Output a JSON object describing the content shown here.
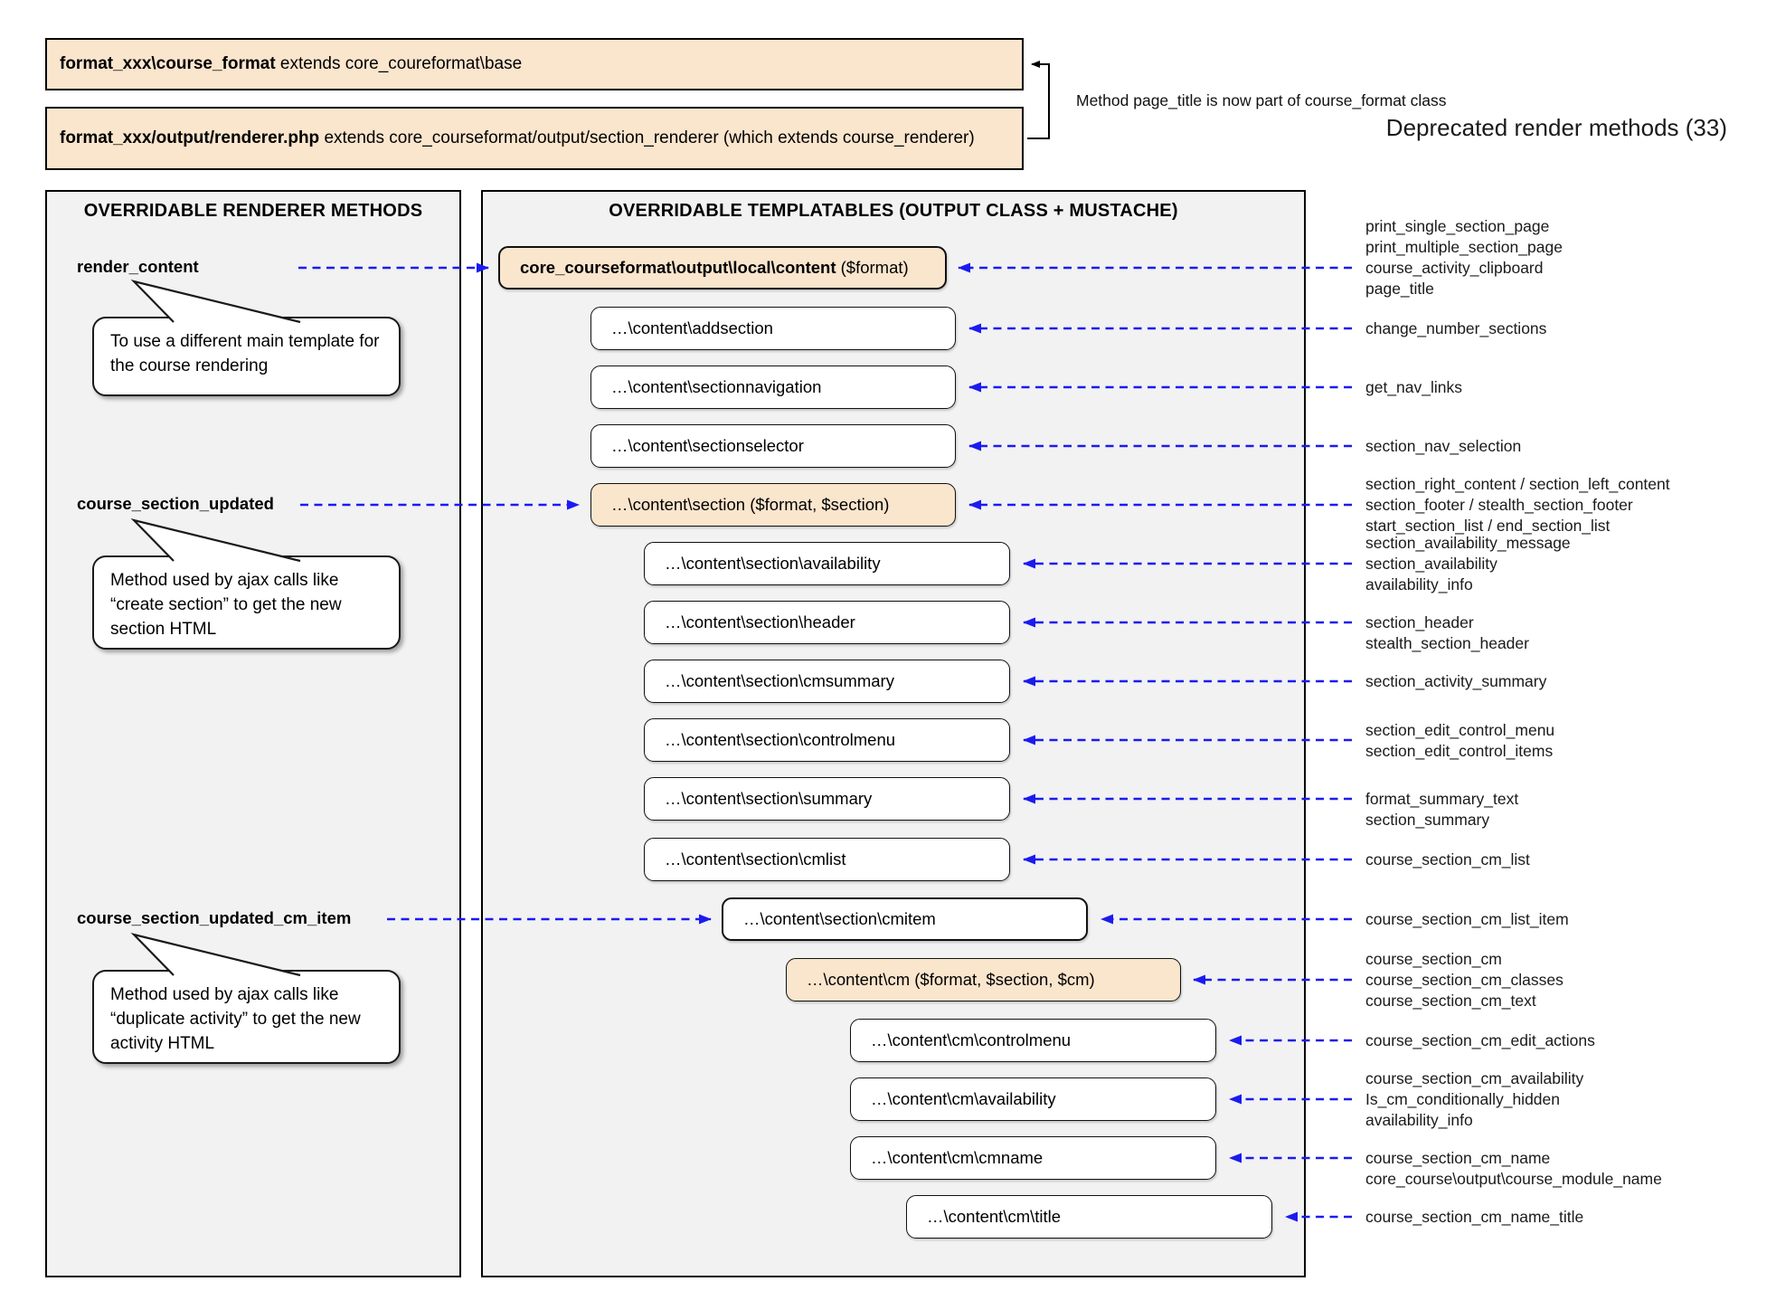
{
  "top_banner": {
    "box1": {
      "bold": "format_xxx\\course_format",
      "rest": " extends core_coureformat\\base"
    },
    "box2": {
      "bold": "format_xxx/output/renderer.php",
      "rest": " extends core_courseformat/output/section_renderer (which extends course_renderer)"
    },
    "note": "Method page_title is now part of course_format class"
  },
  "left_panel": {
    "title": "OVERRIDABLE RENDERER METHODS",
    "methods": [
      {
        "label": "render_content",
        "note": "To use a different main template for the course rendering"
      },
      {
        "label": "course_section_updated",
        "note": "Method used by ajax calls like “create section” to get the new section HTML"
      },
      {
        "label": "course_section_updated_cm_item",
        "note": "Method used by ajax calls like “duplicate activity” to get the new activity HTML"
      }
    ]
  },
  "mid_panel": {
    "title": "OVERRIDABLE TEMPLATABLES (OUTPUT CLASS + MUSTACHE)",
    "boxes": [
      {
        "bold": "core_courseformat\\output\\local\\content",
        "rest": " ($format)"
      },
      {
        "label": "…\\content\\addsection"
      },
      {
        "label": "…\\content\\sectionnavigation"
      },
      {
        "label": "…\\content\\sectionselector"
      },
      {
        "label": "…\\content\\section ($format, $section)"
      },
      {
        "label": "…\\content\\section\\availability"
      },
      {
        "label": "…\\content\\section\\header"
      },
      {
        "label": "…\\content\\section\\cmsummary"
      },
      {
        "label": "…\\content\\section\\controlmenu"
      },
      {
        "label": "…\\content\\section\\summary"
      },
      {
        "label": "…\\content\\section\\cmlist"
      },
      {
        "label": "…\\content\\section\\cmitem"
      },
      {
        "label": "…\\content\\cm ($format, $section, $cm)"
      },
      {
        "label": "…\\content\\cm\\controlmenu"
      },
      {
        "label": "…\\content\\cm\\availability"
      },
      {
        "label": "…\\content\\cm\\cmname"
      },
      {
        "label": "…\\content\\cm\\title"
      }
    ]
  },
  "deprecated": {
    "title": "Deprecated render methods (33)",
    "groups": [
      {
        "lines": [
          "print_single_section_page",
          "print_multiple_section_page",
          "course_activity_clipboard",
          "page_title"
        ]
      },
      {
        "lines": [
          "change_number_sections"
        ]
      },
      {
        "lines": [
          "get_nav_links"
        ]
      },
      {
        "lines": [
          "section_nav_selection"
        ]
      },
      {
        "lines": [
          "section_right_content / section_left_content",
          "section_footer / stealth_section_footer",
          "start_section_list / end_section_list"
        ]
      },
      {
        "lines": [
          "section_availability_message",
          "section_availability",
          "availability_info"
        ]
      },
      {
        "lines": [
          "section_header",
          "stealth_section_header"
        ]
      },
      {
        "lines": [
          "section_activity_summary"
        ]
      },
      {
        "lines": [
          "section_edit_control_menu",
          "section_edit_control_items"
        ]
      },
      {
        "lines": [
          "format_summary_text",
          "section_summary"
        ]
      },
      {
        "lines": [
          "course_section_cm_list"
        ]
      },
      {
        "lines": [
          "course_section_cm_list_item"
        ]
      },
      {
        "lines": [
          "course_section_cm",
          "course_section_cm_classes",
          "course_section_cm_text"
        ]
      },
      {
        "lines": [
          "course_section_cm_edit_actions"
        ]
      },
      {
        "lines": [
          "course_section_cm_availability",
          "Is_cm_conditionally_hidden",
          "availability_info"
        ]
      },
      {
        "lines": [
          "course_section_cm_name",
          "core_course\\output\\course_module_name"
        ]
      },
      {
        "lines": [
          "course_section_cm_name_title"
        ]
      }
    ]
  },
  "colors": {
    "accent_blue": "#1b1bef",
    "box_orange": "#fae5cd",
    "panel_gray": "#f2f2f3"
  }
}
